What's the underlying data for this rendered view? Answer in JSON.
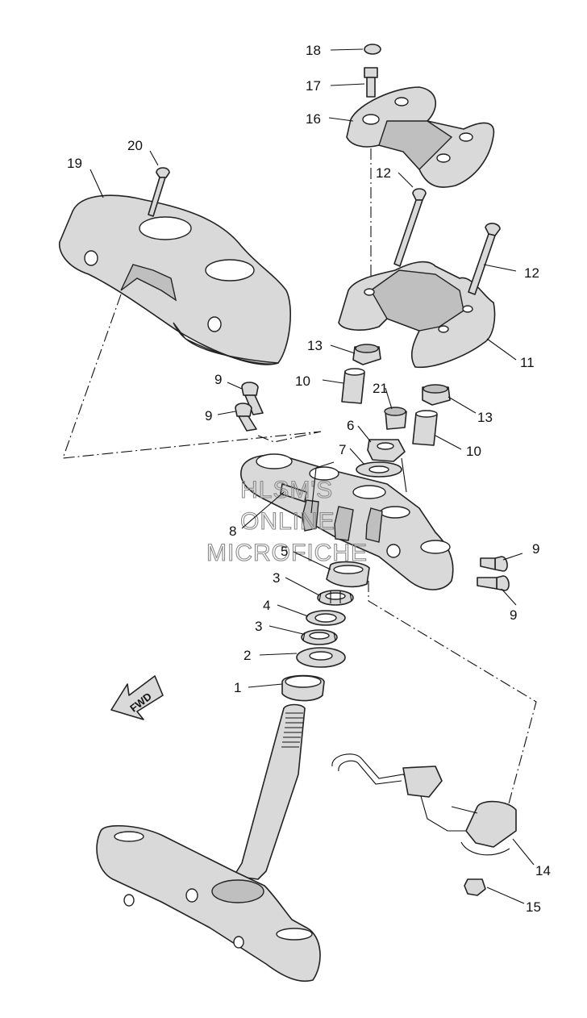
{
  "diagram": {
    "watermark": [
      "HLSM'S",
      "ONLINE",
      "MICROFICHE"
    ],
    "fwd_label": "FWD",
    "callouts": [
      "1",
      "2",
      "3",
      "3",
      "4",
      "5",
      "6",
      "7",
      "8",
      "9",
      "9",
      "9",
      "9",
      "10",
      "10",
      "11",
      "12",
      "12",
      "13",
      "13",
      "14",
      "15",
      "16",
      "17",
      "18",
      "19",
      "20",
      "21"
    ]
  }
}
